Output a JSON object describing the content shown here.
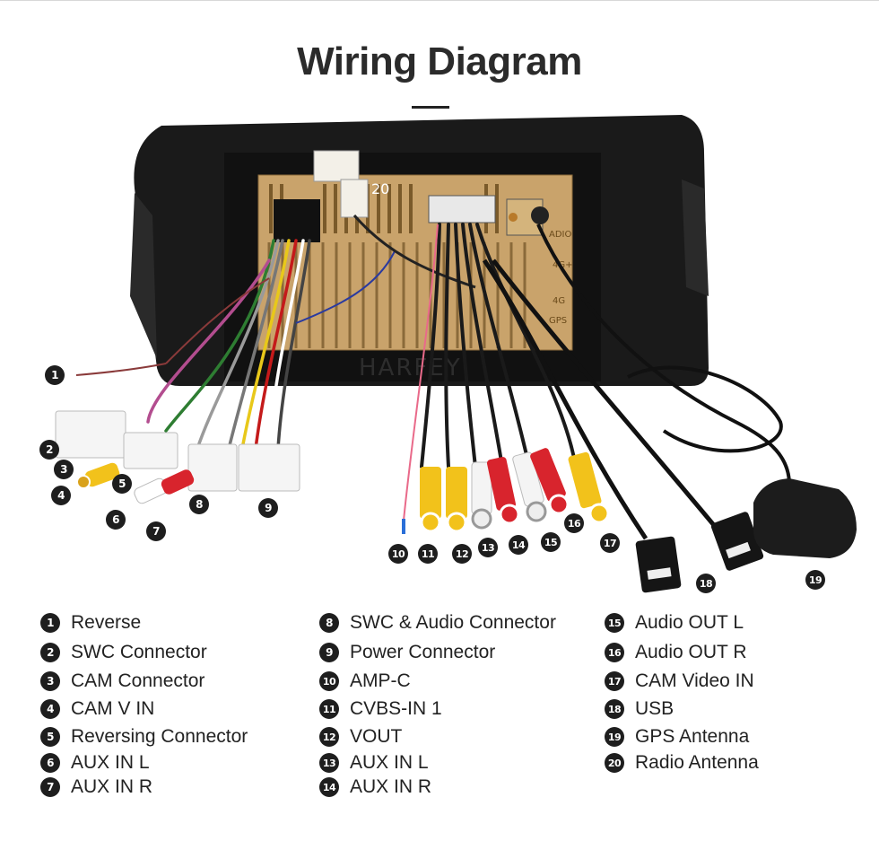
{
  "title": "Wiring Diagram",
  "watermark": "HARFEY",
  "port_labels": [
    "ADIO",
    "4G+",
    "4G",
    "GPS"
  ],
  "legend": [
    {
      "num": "1",
      "label": "Reverse"
    },
    {
      "num": "2",
      "label": "SWC Connector"
    },
    {
      "num": "3",
      "label": "CAM Connector"
    },
    {
      "num": "4",
      "label": "CAM V IN"
    },
    {
      "num": "5",
      "label": "Reversing Connector"
    },
    {
      "num": "6",
      "label": "AUX IN L"
    },
    {
      "num": "7",
      "label": "AUX IN R"
    },
    {
      "num": "8",
      "label": "SWC & Audio Connector"
    },
    {
      "num": "9",
      "label": "Power Connector"
    },
    {
      "num": "10",
      "label": "AMP-C"
    },
    {
      "num": "11",
      "label": "CVBS-IN 1"
    },
    {
      "num": "12",
      "label": "VOUT"
    },
    {
      "num": "13",
      "label": "AUX IN L"
    },
    {
      "num": "14",
      "label": "AUX IN R"
    },
    {
      "num": "15",
      "label": "Audio OUT L"
    },
    {
      "num": "16",
      "label": "Audio OUT R"
    },
    {
      "num": "17",
      "label": "CAM Video IN"
    },
    {
      "num": "18",
      "label": "USB"
    },
    {
      "num": "19",
      "label": "GPS Antenna"
    },
    {
      "num": "20",
      "label": "Radio Antenna"
    }
  ],
  "colors": {
    "badge": "#1e1e1e",
    "housing": "#1a1a1a",
    "heatsink": "#c9a36b",
    "rca_yellow": "#f2c21b",
    "rca_red": "#d8242d",
    "rca_white": "#f4f4f4"
  }
}
